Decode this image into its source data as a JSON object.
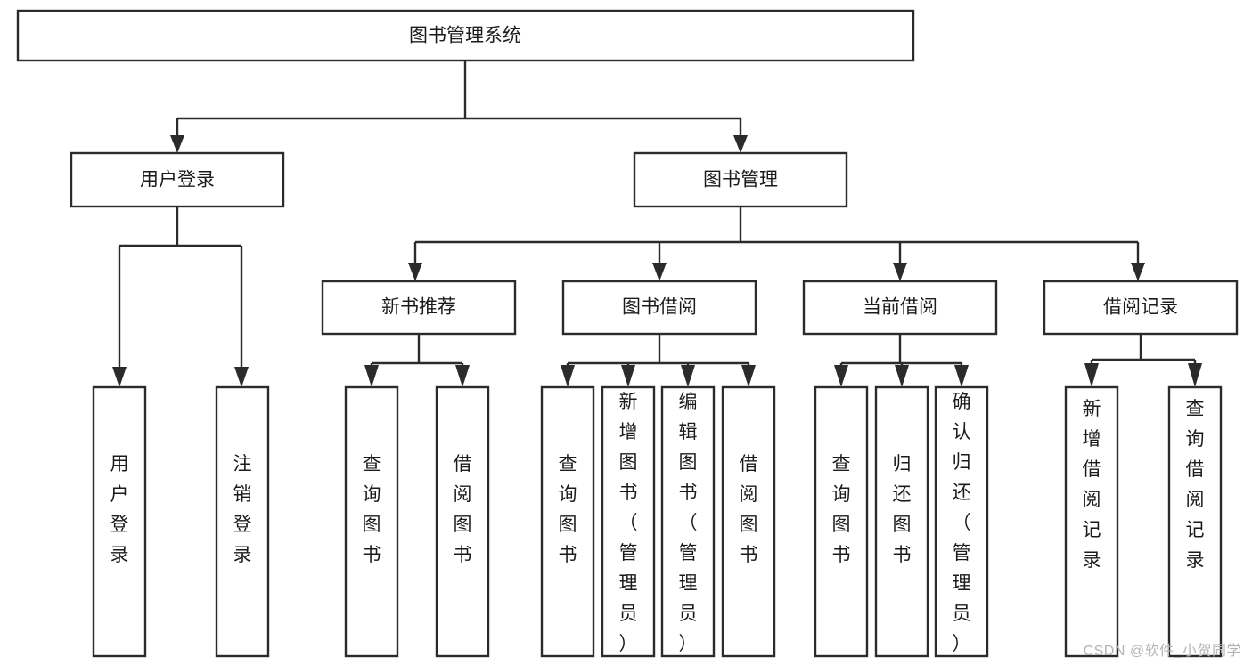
{
  "diagram": {
    "type": "hierarchy-tree",
    "title": "图书管理系统",
    "watermark": "CSDN @软件_小贺同学",
    "colors": {
      "stroke": "#2b2b2b",
      "fill": "#ffffff",
      "text": "#1b1b1b",
      "watermark": "#b4b4b4"
    },
    "root": {
      "label": "图书管理系统"
    },
    "level2": [
      {
        "label": "用户登录"
      },
      {
        "label": "图书管理"
      }
    ],
    "level3": [
      {
        "label": "新书推荐"
      },
      {
        "label": "图书借阅"
      },
      {
        "label": "当前借阅"
      },
      {
        "label": "借阅记录"
      }
    ],
    "leaves": {
      "user_login": [
        {
          "label": "用户登录"
        },
        {
          "label": "注销登录"
        }
      ],
      "new_book_recommend": [
        {
          "label": "查询图书"
        },
        {
          "label": "借阅图书"
        }
      ],
      "book_borrow": [
        {
          "label": "查询图书"
        },
        {
          "label": "新增图书（管理员）"
        },
        {
          "label": "编辑图书（管理员）"
        },
        {
          "label": "借阅图书"
        }
      ],
      "current_borrow": [
        {
          "label": "查询图书"
        },
        {
          "label": "归还图书"
        },
        {
          "label": "确认归还（管理员）"
        }
      ],
      "borrow_record": [
        {
          "label": "新增借阅记录"
        },
        {
          "label": "查询借阅记录"
        }
      ]
    }
  }
}
